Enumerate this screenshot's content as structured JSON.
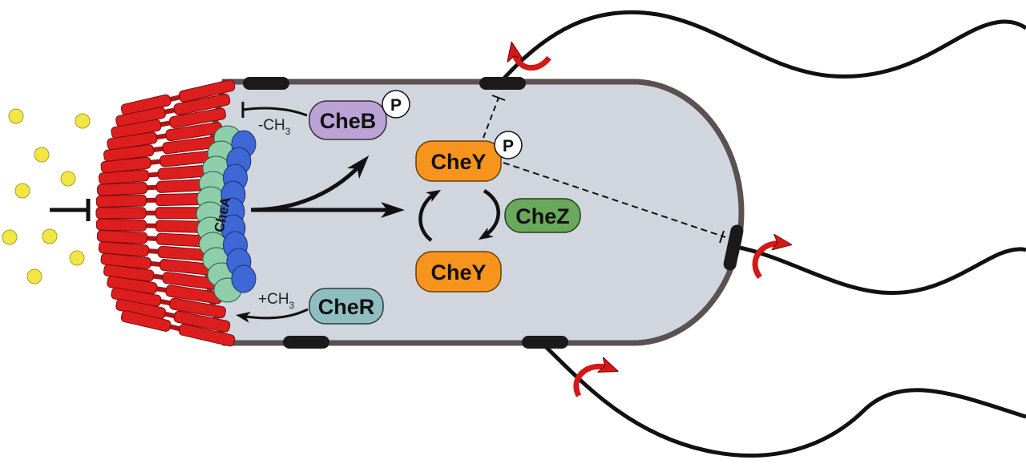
{
  "colors": {
    "cell_fill": "#d1d5de",
    "cell_stroke": "#5a5150",
    "receptor": "#dd1e1e",
    "chea_blue": "#3d68d6",
    "chea_green": "#8fceab",
    "cheB": "#bca3d6",
    "cheR": "#8fbec0",
    "cheY": "#f7941d",
    "cheZ": "#6aa85c",
    "ligand": "#f2e646",
    "motor": "#1a1a1a",
    "rotation_arrow": "#d21818"
  },
  "labels": {
    "cheB": "CheB",
    "cheR": "CheR",
    "cheY_p": "CheY",
    "cheY": "CheY",
    "cheZ": "CheZ",
    "cheA": "CheA",
    "phospho": "P",
    "demethyl": "-CH",
    "methyl": "+CH",
    "methyl_subscript": "3"
  },
  "icons": {
    "ligand": "ligand-dot-icon",
    "inhibition": "inhibition-arrow-icon",
    "rotation": "rotation-arrow-icon",
    "motor": "flagellar-motor-icon"
  }
}
